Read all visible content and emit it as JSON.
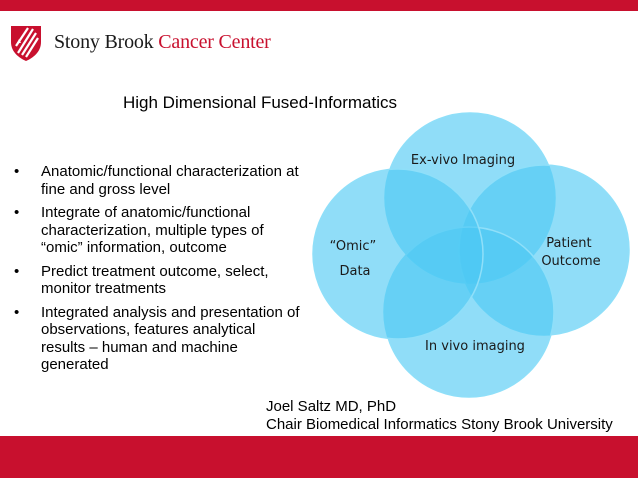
{
  "brand": {
    "name_primary": "Stony Brook",
    "name_secondary": "Cancer Center",
    "colors": {
      "red": "#c8102e",
      "circle_fill": "#4cc8f4",
      "circle_stroke": "#6fd3f7"
    }
  },
  "slide": {
    "title": "High Dimensional Fused-Informatics",
    "bullets": [
      "Anatomic/functional characterization at fine and gross level",
      "Integrate of anatomic/functional characterization, multiple types of “omic” information, outcome",
      "Predict treatment outcome, select, monitor treatments",
      "Integrated analysis and presentation of observations, features analytical results – human and machine generated"
    ],
    "credit": {
      "name": "Joel Saltz MD, PhD",
      "role": "Chair Biomedical Informatics Stony Brook University"
    }
  },
  "venn": {
    "circles": [
      {
        "label_lines": [
          "Ex-vivo Imaging"
        ]
      },
      {
        "label_lines": [
          "Patient",
          "Outcome"
        ]
      },
      {
        "label_lines": [
          "In vivo imaging"
        ]
      },
      {
        "label_lines": [
          "“Omic”",
          "Data"
        ]
      }
    ]
  }
}
